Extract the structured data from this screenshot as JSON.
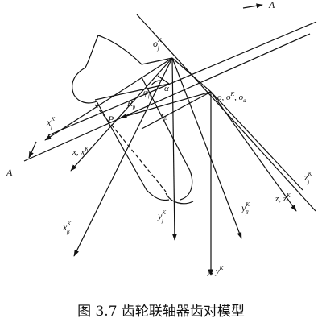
{
  "figure": {
    "caption": "图 3.7 齿轮联轴器齿对模型",
    "labels": {
      "oj": {
        "base": "o",
        "sup": "K",
        "sub": "j"
      },
      "origin": "o, o",
      "origin_sup": "K",
      "origin_tail": ", o",
      "origin_sub": "a",
      "xj": {
        "base": "x",
        "sup": "K",
        "sub": "j"
      },
      "x_xk": "x, x",
      "x_xk_sup": "K",
      "xb": {
        "base": "x",
        "sup": "K",
        "sub": "β"
      },
      "yj": {
        "base": "y",
        "sup": "K",
        "sub": "j"
      },
      "yb": {
        "base": "y",
        "sup": "K",
        "sub": "β"
      },
      "y_yk": "y, y",
      "y_yk_sup": "K",
      "zj": {
        "base": "z",
        "sup": "K",
        "sub": "j"
      },
      "z_zk": "z, z",
      "z_zk_sup": "K",
      "A_top": "A",
      "A_left": "A",
      "P": "P",
      "Rp": "R",
      "Rp_sub": "p",
      "alpha": "α",
      "phi": "φ",
      "phi_sub": "β",
      "rb": "r",
      "rb_sub": "β"
    }
  }
}
